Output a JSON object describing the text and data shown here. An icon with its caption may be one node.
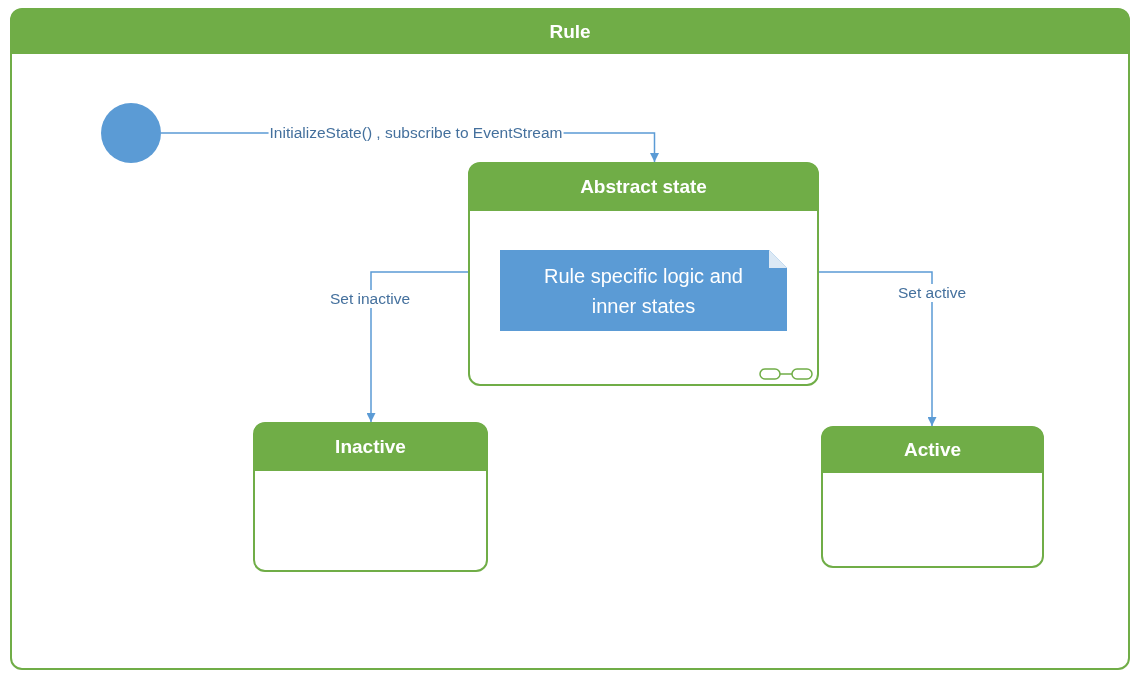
{
  "diagram": {
    "nodes": [
      {
        "text": [
          "Rule"
        ]
      },
      {
        "text": [],
        "shape": "circle",
        "in": 0
      },
      {
        "text": [
          "Abstract state"
        ],
        "in": 0
      },
      {
        "text": [
          "Rule specific logic and inner states"
        ],
        "in": 2
      },
      {
        "text": [
          "Inactive"
        ],
        "in": 0
      },
      {
        "text": [
          "Active"
        ],
        "in": 0
      }
    ],
    "edges": [
      {
        "from": 1,
        "to": 2,
        "arrow": "to",
        "label": "InitializeState() , subscribe to EventStream"
      },
      {
        "from": 2,
        "to": 4,
        "arrow": "to",
        "label": "Set inactive"
      },
      {
        "from": 2,
        "to": 5,
        "arrow": "to",
        "label": "Set active"
      }
    ]
  }
}
